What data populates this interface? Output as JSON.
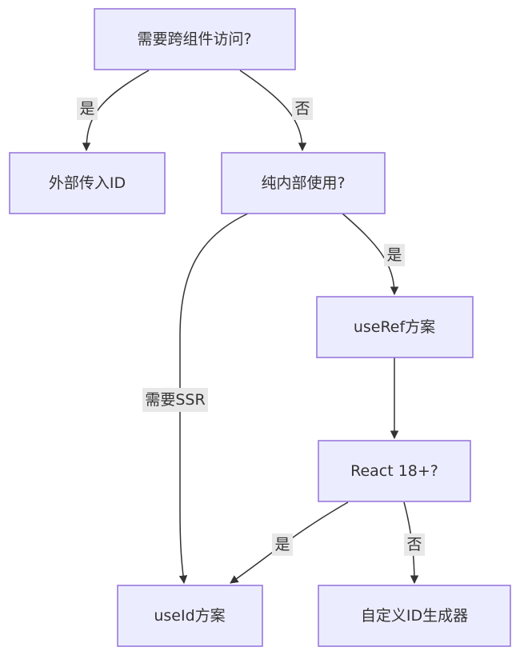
{
  "nodes": {
    "cross_component": {
      "label": "需要跨组件访问?"
    },
    "external_id": {
      "label": "外部传入ID"
    },
    "internal_only": {
      "label": "纯内部使用?"
    },
    "useref_plan": {
      "label": "useRef方案"
    },
    "react18": {
      "label": "React 18+?"
    },
    "useid_plan": {
      "label": "useId方案"
    },
    "custom_generator": {
      "label": "自定义ID生成器"
    }
  },
  "edges": {
    "cross_to_external": {
      "label": "是"
    },
    "cross_to_internal": {
      "label": "否"
    },
    "internal_to_useref": {
      "label": "是"
    },
    "internal_to_useid": {
      "label": "需要SSR"
    },
    "useref_to_react18": {
      "label": ""
    },
    "react18_to_useid": {
      "label": "是"
    },
    "react18_to_custom": {
      "label": "否"
    }
  },
  "colors": {
    "node_fill": "#ececff",
    "node_stroke": "#9370db",
    "edge": "#333333",
    "label_bg": "#e8e8e8"
  }
}
